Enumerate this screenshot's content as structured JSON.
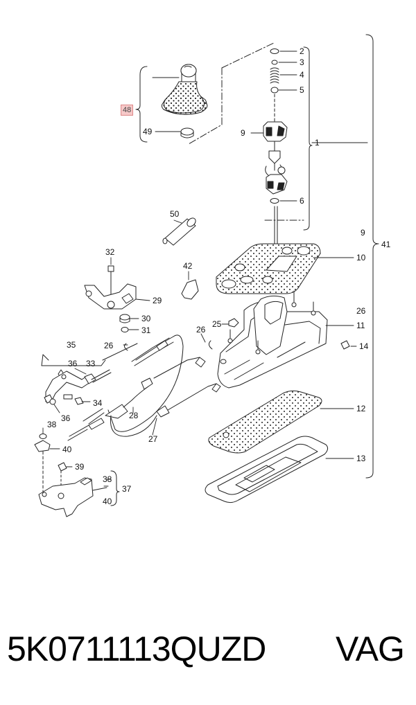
{
  "callouts": {
    "c1": "1",
    "c2": "2",
    "c3": "3",
    "c4": "4",
    "c5": "5",
    "c6": "6",
    "c9a": "9",
    "c9b": "9",
    "c10": "10",
    "c11": "11",
    "c12": "12",
    "c13": "13",
    "c14": "14",
    "c25": "25",
    "c26a": "26",
    "c26b": "26",
    "c26c": "26",
    "c27": "27",
    "c28": "28",
    "c29": "29",
    "c30": "30",
    "c31": "31",
    "c32": "32",
    "c33": "33",
    "c34": "34",
    "c35": "35",
    "c36a": "36",
    "c36b": "36",
    "c37": "37",
    "c38a": "38",
    "c38b": "38",
    "c39": "39",
    "c40a": "40",
    "c40b": "40",
    "c41": "41",
    "c42": "42",
    "c48": "48",
    "c49": "49",
    "c50": "50"
  },
  "highlight_color": "#f6c9c9",
  "part_number": "5K0711113QUZD",
  "brand": "VAG"
}
